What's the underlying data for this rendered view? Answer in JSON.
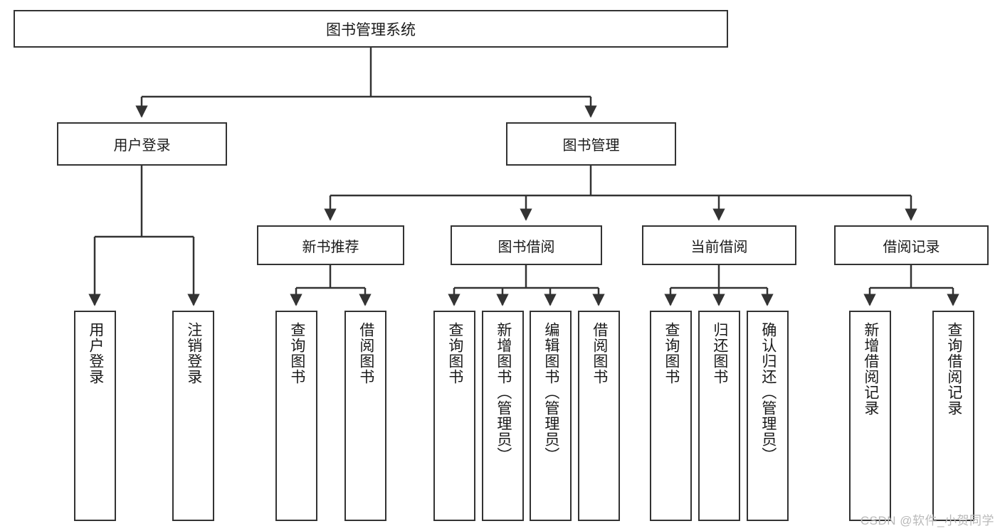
{
  "diagram": {
    "title": "图书管理系统",
    "type": "功能结构图",
    "watermark": "CSDN @软件_小贺同学",
    "colors": {
      "node_border": "#333333",
      "node_fill": "#ffffff",
      "edge": "#333333",
      "text": "#1a1a1a",
      "watermark": "#b9b9b9"
    },
    "nodes": {
      "root": {
        "label": "图书管理系统"
      },
      "level1": [
        {
          "label": "用户登录"
        },
        {
          "label": "图书管理"
        }
      ],
      "level2": [
        {
          "label": "新书推荐"
        },
        {
          "label": "图书借阅"
        },
        {
          "label": "当前借阅"
        },
        {
          "label": "借阅记录"
        }
      ],
      "leaves": {
        "user_login": [
          {
            "label": "用户登录"
          },
          {
            "label": "注销登录"
          }
        ],
        "new_book_recommend": [
          {
            "label": "查询图书"
          },
          {
            "label": "借阅图书"
          }
        ],
        "book_borrow": [
          {
            "label": "查询图书"
          },
          {
            "label": "新增图书（管理员）"
          },
          {
            "label": "编辑图书（管理员）"
          },
          {
            "label": "借阅图书"
          }
        ],
        "current_borrow": [
          {
            "label": "查询图书"
          },
          {
            "label": "归还图书"
          },
          {
            "label": "确认归还（管理员）"
          }
        ],
        "borrow_record": [
          {
            "label": "新增借阅记录"
          },
          {
            "label": "查询借阅记录"
          }
        ]
      }
    }
  }
}
